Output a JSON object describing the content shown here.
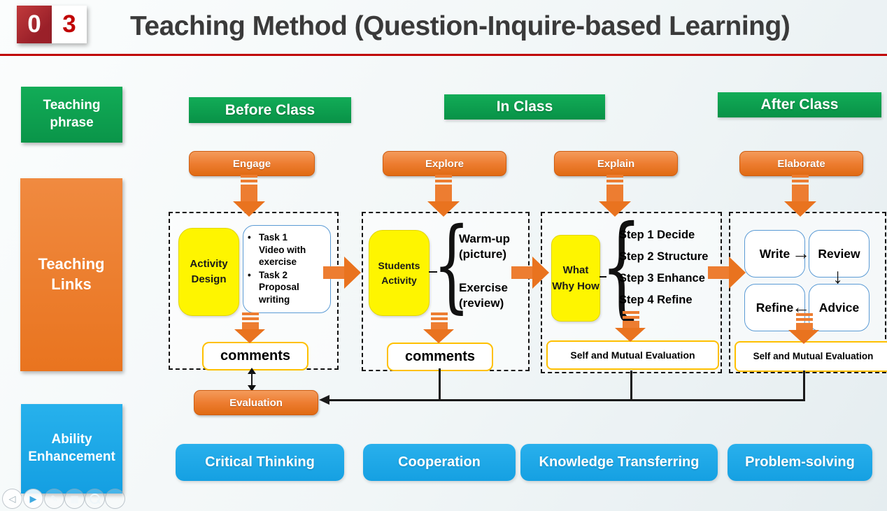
{
  "header": {
    "slide_number_left": "0",
    "slide_number_right": "3",
    "title": "Teaching Method (Question-Inquire-based Learning)"
  },
  "left_labels": {
    "teaching_phase": "Teaching phrase",
    "teaching_links": "Teaching Links",
    "ability_enhancement": "Ability Enhancement"
  },
  "phases": {
    "before_class": "Before Class",
    "in_class": "In Class",
    "after_class": "After Class"
  },
  "stages": {
    "engage": "Engage",
    "explore": "Explore",
    "explain": "Explain",
    "elaborate": "Elaborate"
  },
  "engage_box": {
    "activity_label": "Activity Design",
    "task1_title": "Task 1",
    "task1_desc": "Video with exercise",
    "task2_title": "Task 2",
    "task2_desc": "Proposal writing",
    "bullet": "•",
    "comments": "comments"
  },
  "explore_box": {
    "activity_label": "Students Activity",
    "item1": "Warm-up (picture)",
    "item2": "Exercise (review)",
    "comments": "comments"
  },
  "explain_box": {
    "questions": "What Why How",
    "steps": [
      "Step 1 Decide",
      "Step 2 Structure",
      "Step 3 Enhance",
      "Step 4 Refine"
    ],
    "evaluation": "Self and Mutual Evaluation"
  },
  "elaborate_box": {
    "write": "Write",
    "review": "Review",
    "refine": "Refine",
    "advice": "Advice",
    "arrow_right": "→",
    "arrow_down": "↓",
    "arrow_left": "←",
    "evaluation": "Self and Mutual Evaluation"
  },
  "evaluation_button": "Evaluation",
  "abilities": [
    "Critical Thinking",
    "Cooperation",
    "Knowledge Transferring",
    "Problem-solving"
  ],
  "controls": {
    "icons": [
      {
        "name": "previous-slide",
        "glyph": "◁"
      },
      {
        "name": "play",
        "glyph": "▶"
      },
      {
        "name": "pen",
        "glyph": "✎"
      },
      {
        "name": "slides",
        "glyph": "▦"
      },
      {
        "name": "zoom",
        "glyph": ""
      },
      {
        "name": "more",
        "glyph": "…"
      }
    ]
  },
  "colors": {
    "green": "#0CA24E",
    "orange": "#ED7D31",
    "blue": "#1EA8E7",
    "yellow": "#FEF500",
    "red_accent": "#C00000",
    "node_border_blue": "#5B9BD5",
    "comments_border": "#FFC000"
  }
}
